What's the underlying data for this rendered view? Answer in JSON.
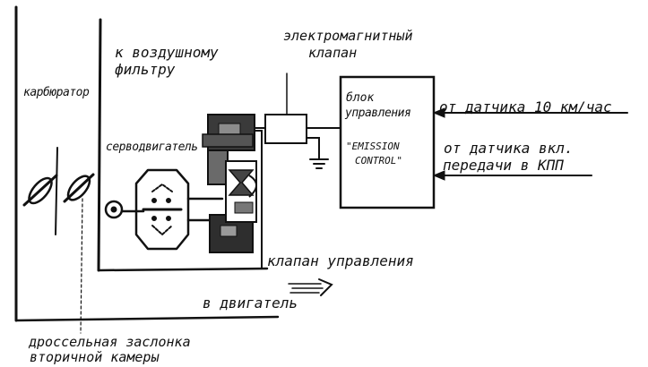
{
  "labels": {
    "carburetor": "карбюратор",
    "air_filter_line1": "к воздушному",
    "air_filter_line2": "фильтру",
    "solenoid_line1": "электромагнитный",
    "solenoid_line2": "клапан",
    "control_unit_line1": "блок",
    "control_unit_line2": "управления",
    "emission_line1": "\"EMISSION",
    "emission_line2": "CONTROL\"",
    "speed_sensor": "от датчика 10 км/час",
    "gear_sensor_line1": "от датчика вкл.",
    "gear_sensor_line2": "передачи в КПП",
    "servo": "серводвигатель",
    "control_valve": "клапан управления",
    "to_engine": "в двигатель",
    "throttle_line1": "дроссельная заслонка",
    "throttle_line2": "вторичной камеры"
  }
}
